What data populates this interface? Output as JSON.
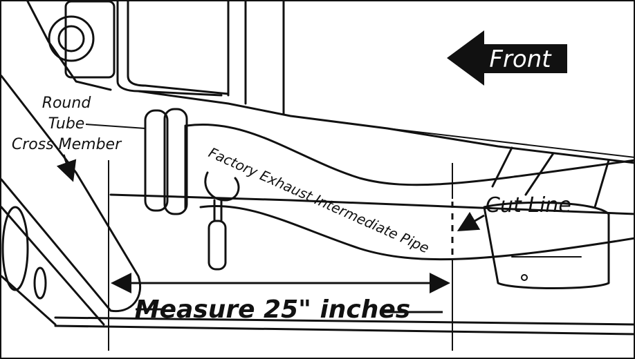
{
  "diagram": {
    "front_label": "Front",
    "cross_member_label_line1": "Round",
    "cross_member_label_line2": "Tube",
    "cross_member_label_line3": "Cross Member",
    "pipe_label": "Factory Exhaust Intermediate Pipe",
    "cut_line_label": "Cut Line",
    "measure_label": "Measure 25\" inches"
  },
  "colors": {
    "ink": "#111111",
    "paper": "#ffffff"
  }
}
